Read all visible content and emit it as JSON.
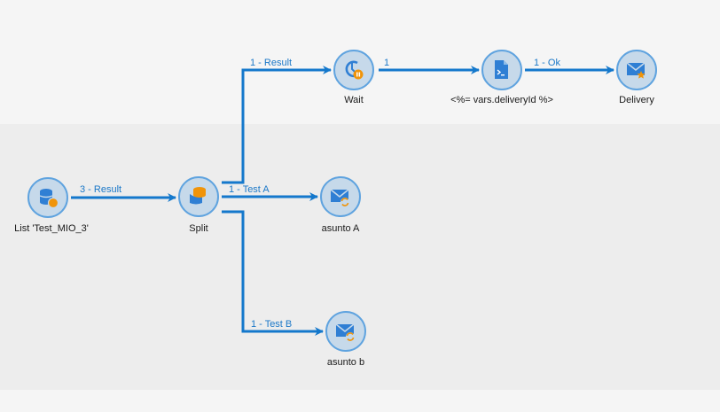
{
  "colors": {
    "edge": "#1478cc",
    "node_fill": "#c6d9ea",
    "node_border": "#5fa3df",
    "icon_blue": "#2f7fd4",
    "icon_orange": "#f0940a",
    "band_light": "#f5f5f5",
    "band_dark": "#ededed"
  },
  "nodes": [
    {
      "id": "list",
      "label": "List 'Test_MIO_3'",
      "icon": "database-list-icon"
    },
    {
      "id": "split",
      "label": "Split",
      "icon": "split-database-icon"
    },
    {
      "id": "wait",
      "label": "Wait",
      "icon": "clock-pause-icon"
    },
    {
      "id": "script",
      "label": "<%= vars.deliveryId %>",
      "icon": "script-file-icon"
    },
    {
      "id": "delivery",
      "label": "Delivery",
      "icon": "email-star-icon"
    },
    {
      "id": "asuntoA",
      "label": "asunto A",
      "icon": "email-refresh-icon"
    },
    {
      "id": "asuntob",
      "label": "asunto b",
      "icon": "email-refresh-icon"
    }
  ],
  "edges": [
    {
      "from": "list",
      "to": "split",
      "label": "3 - Result"
    },
    {
      "from": "split",
      "to": "wait",
      "label": "1 - Result"
    },
    {
      "from": "wait",
      "to": "script",
      "label": "1"
    },
    {
      "from": "script",
      "to": "delivery",
      "label": "1 - Ok"
    },
    {
      "from": "split",
      "to": "asuntoA",
      "label": "1 - Test A"
    },
    {
      "from": "split",
      "to": "asuntob",
      "label": "1 - Test B"
    }
  ]
}
